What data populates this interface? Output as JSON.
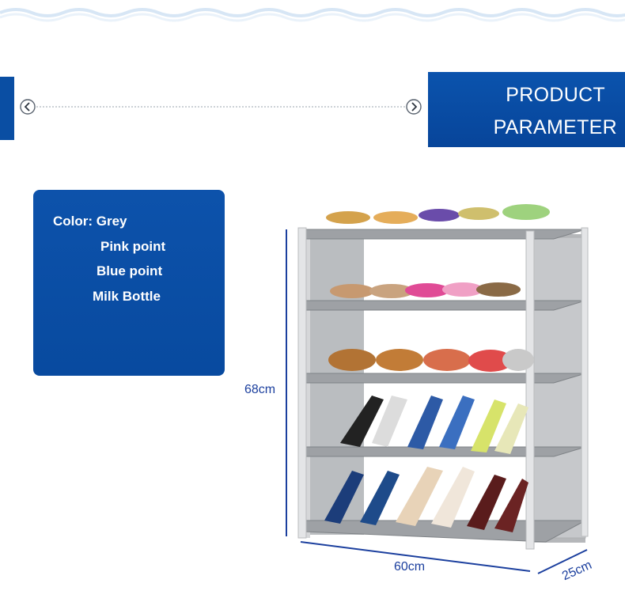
{
  "header": {
    "title_line1": "PRODUCT",
    "title_line2": "PARAMETER"
  },
  "navigation": {
    "prev_icon": "chevron-left-circle-icon",
    "next_icon": "chevron-right-circle-icon"
  },
  "colors_card": {
    "line1": "Color: Grey",
    "line2": "Pink point",
    "line3": "Blue point",
    "line4": "Milk Bottle"
  },
  "dimensions": {
    "height": "68cm",
    "width": "60cm",
    "depth": "25cm"
  },
  "theme": {
    "brand_blue": "#0a4ea3",
    "dimension_blue": "#1b3f9e",
    "rack_grey": "#c7c8ca"
  }
}
